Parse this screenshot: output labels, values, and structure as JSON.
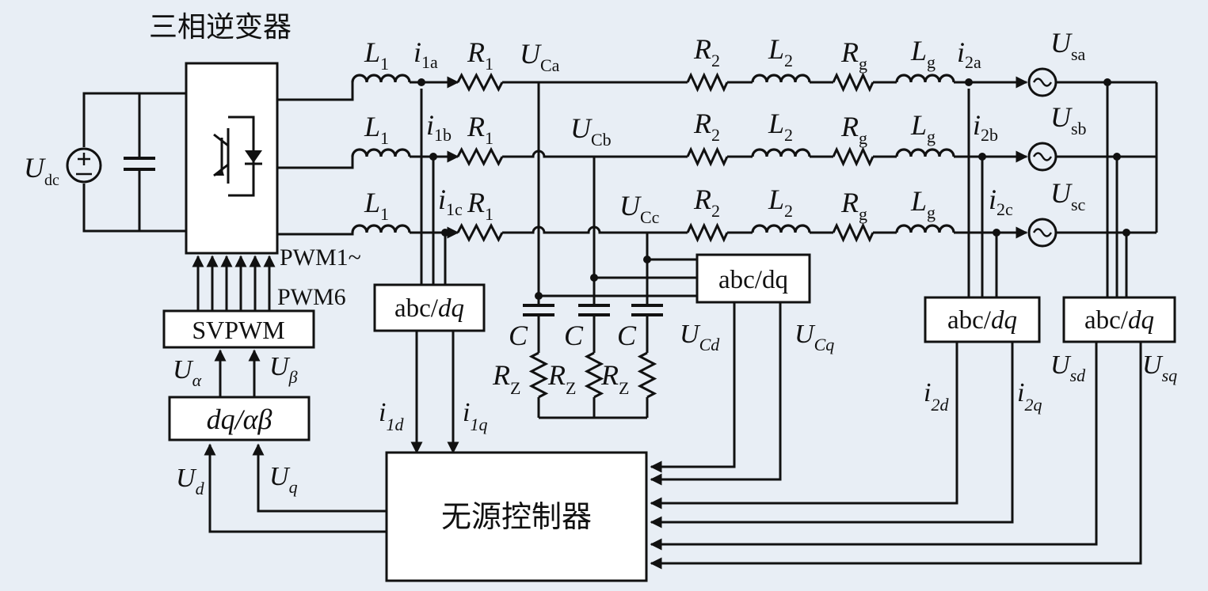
{
  "title": "三相逆变器",
  "source": "U",
  "source_sub": "dc",
  "blocks": {
    "controller": "无源控制器",
    "svpwm": "SVPWM",
    "dq_ab": "dq/αβ",
    "abc_dq": "abc/dq",
    "pwm1": "PWM1~",
    "pwm6": "PWM6"
  },
  "labels": {
    "L": "L",
    "R": "R",
    "C": "C",
    "U": "U",
    "i": "i",
    "one": "1",
    "two": "2",
    "g": "g",
    "Z": "Z",
    "a1": "1a",
    "b1": "1b",
    "c1": "1c",
    "a2": "2a",
    "b2": "2b",
    "c2": "2c",
    "Ca": "Ca",
    "Cb": "Cb",
    "Cc": "Cc",
    "sa": "sa",
    "sb": "sb",
    "sc": "sc",
    "alpha": "α",
    "beta": "β",
    "d": "d",
    "q": "q",
    "oned": "1d",
    "oneq": "1q",
    "twod": "2d",
    "twoq": "2q",
    "Cd": "Cd",
    "Cq": "Cq",
    "sd": "sd",
    "sq": "sq"
  }
}
